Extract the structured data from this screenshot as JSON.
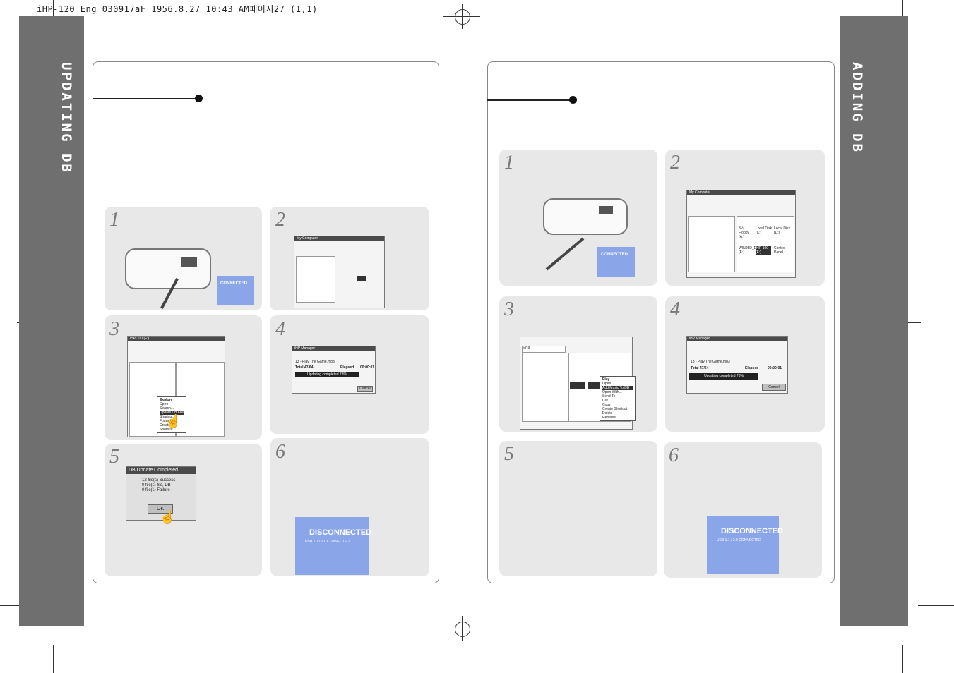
{
  "print_header": "iHP-120 Eng 030917aF  1956.8.27 10:43 AM페이지27 (1,1)",
  "left_side_title": "UPDATING DB",
  "right_side_title": "ADDING DB",
  "icons": {
    "player": "device-connector-icon",
    "connected": "usb-connected-icon",
    "disconnected": "usb-disconnected-icon",
    "cursor": "hand-cursor-icon",
    "registration": "crosshair-mark-icon"
  },
  "colors": {
    "sidebar": "#6f6f6f",
    "card": "#e8e8e8",
    "usb_blue": "#8aa6e8"
  },
  "left": {
    "steps": [
      "1",
      "2",
      "3",
      "4",
      "5",
      "6"
    ],
    "db_dialog": {
      "title": "DB Update Completed",
      "lines": [
        "12 file(s) Success",
        "0 file(s) file, DB",
        "0 file(s) Failure"
      ],
      "ok": "OK"
    },
    "manager": {
      "title": "iHP Manager",
      "track": "13 - Play The Game.mp3",
      "total": "Total  47/64",
      "elapsed_label": "Elapsed",
      "elapsed": "00:00:01",
      "progress": "Updating completed 73%",
      "cancel": "Cancel"
    },
    "explorer_title": "iHP-100 (F:)",
    "context_menu": [
      "Explore",
      "Open",
      "Search...",
      "Update DB File",
      "Sharing...",
      "Format...",
      "Create Shortcut"
    ],
    "mycomputer_title": "My Computer",
    "usb_connected": "CONNECTED",
    "usb_disconnected": "DISCONNECTED",
    "usb_sub": "USB 1.1 / 2.0 CONNECTED"
  },
  "right": {
    "steps": [
      "1",
      "2",
      "3",
      "4",
      "5",
      "6"
    ],
    "mycomputer_title": "My Computer",
    "mycomputer_items": [
      "3½ Floppy (A:)",
      "Local Disk (C:)",
      "Local Disk (D:)",
      "WIN95D_EN (E:)",
      "iHP-100 (F:)",
      "Control Panel"
    ],
    "explorer_address": "MP3",
    "context_menu": [
      "Play",
      "Open",
      "Add Music To DB",
      "Open With...",
      "Send To",
      "Cut",
      "Copy",
      "Create Shortcut",
      "Delete",
      "Rename"
    ],
    "manager": {
      "title": "iHP Manager",
      "track": "13 - Play The Game.mp3",
      "total": "Total  47/64",
      "elapsed_label": "Elapsed",
      "elapsed": "00:00:01",
      "progress": "Updating completed 73%",
      "cancel": "Cancel"
    },
    "usb_connected": "CONNECTED",
    "usb_disconnected": "DISCONNECTED",
    "usb_sub": "USB 1.1 / 2.0 CONNECTED"
  }
}
